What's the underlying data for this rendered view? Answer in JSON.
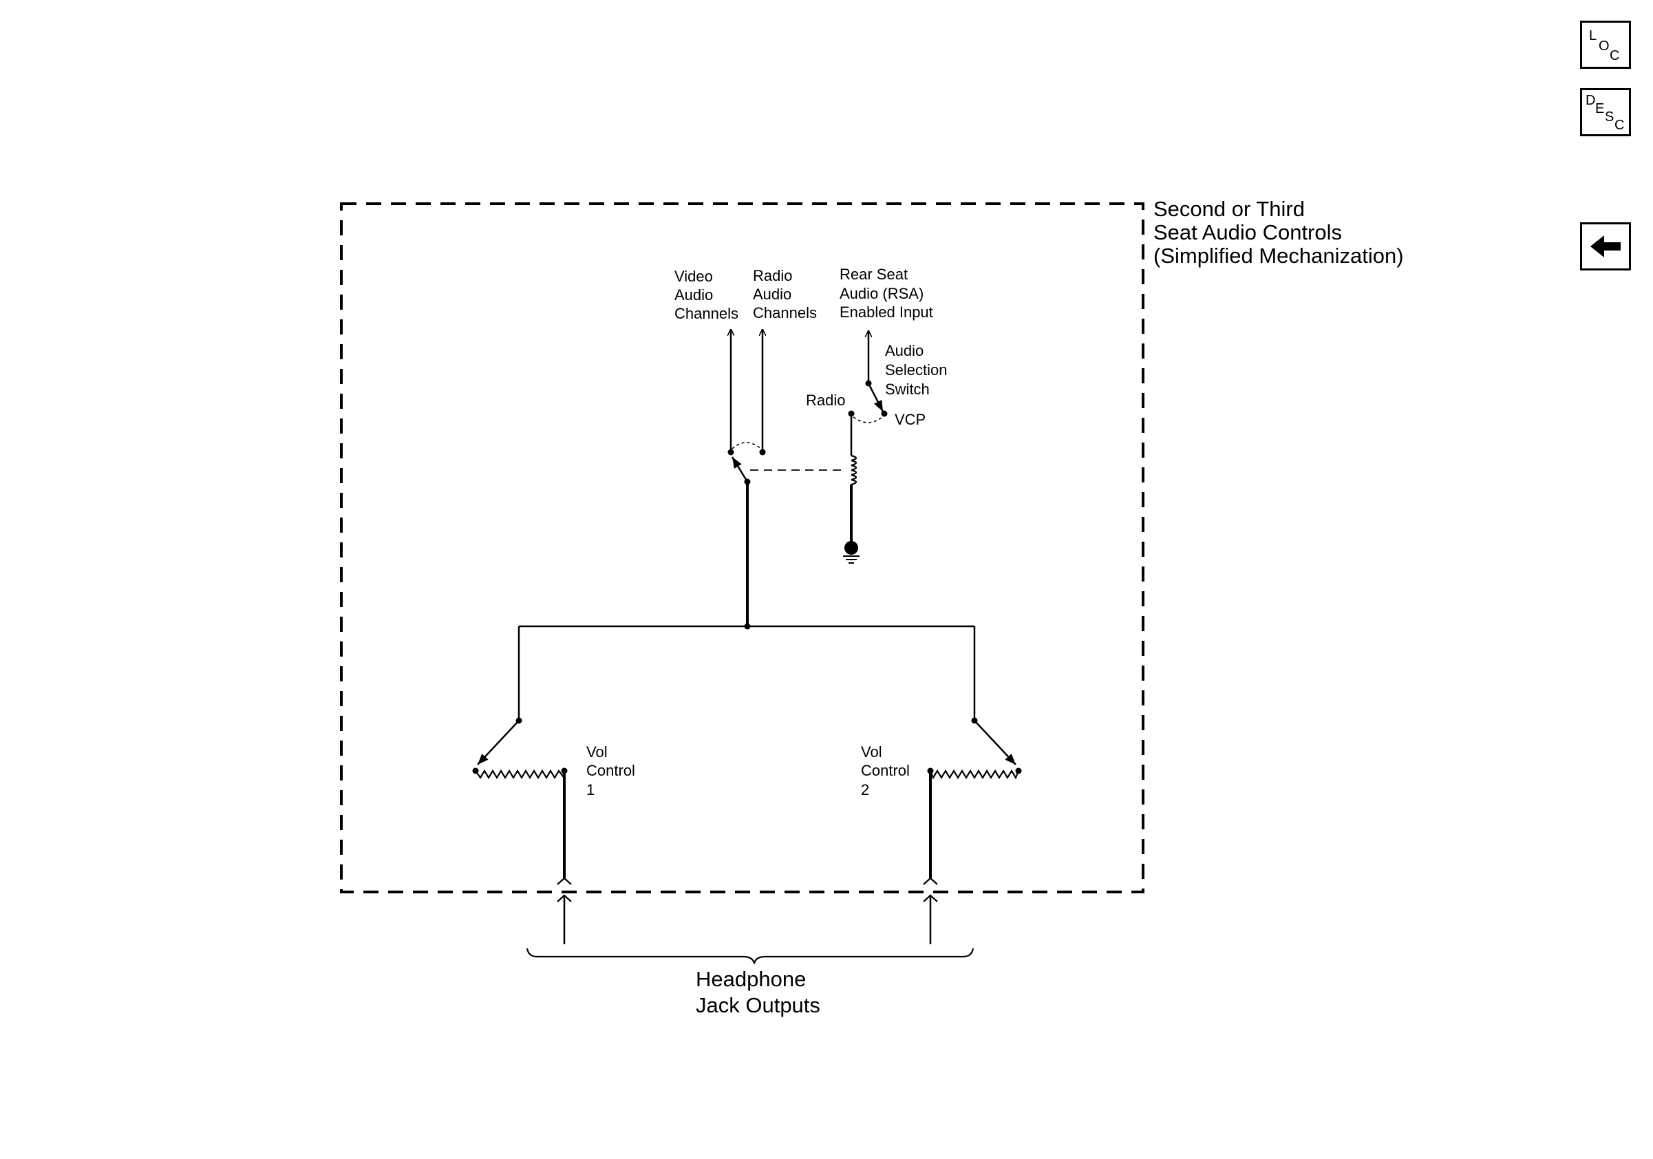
{
  "nav": {
    "loc": [
      "L",
      "O",
      "C"
    ],
    "desc": [
      "D",
      "E",
      "S",
      "C"
    ],
    "back_icon": "left-arrow-icon"
  },
  "title_lines": [
    "Second or Third",
    "Seat Audio Controls",
    "(Simplified Mechanization)"
  ],
  "labels": {
    "video_audio": [
      "Video",
      "Audio",
      "Channels"
    ],
    "radio_audio": [
      "Radio",
      "Audio",
      "Channels"
    ],
    "rsa_input": [
      "Rear Seat",
      "Audio (RSA)",
      "Enabled Input"
    ],
    "selection_switch": [
      "Audio",
      "Selection",
      "Switch"
    ],
    "radio": "Radio",
    "vcp": "VCP",
    "vol1": [
      "Vol",
      "Control",
      "1"
    ],
    "vol2": [
      "Vol",
      "Control",
      "2"
    ]
  },
  "footer_lines": [
    "Headphone",
    "Jack Outputs"
  ]
}
